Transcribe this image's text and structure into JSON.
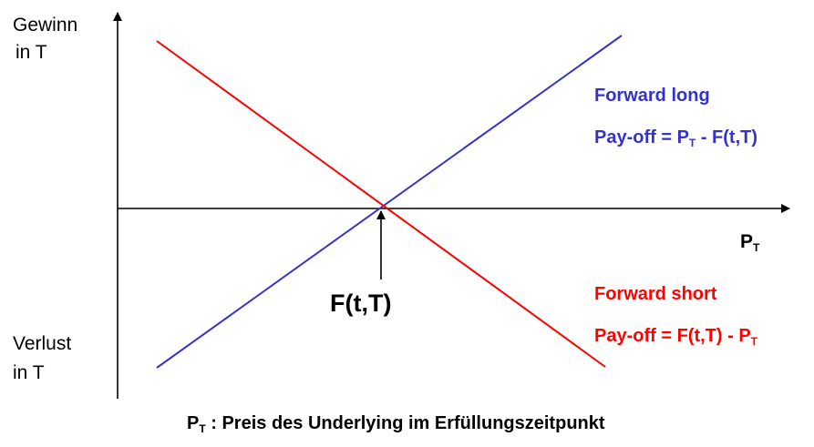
{
  "axes": {
    "y_top_line1": "Gewinn",
    "y_top_line2": "in T",
    "y_bottom_line1": "Verlust",
    "y_bottom_line2": "in T",
    "x_label_main": "P",
    "x_label_sub": "T"
  },
  "strike": {
    "label": "F(t,T)"
  },
  "long": {
    "title": "Forward long",
    "payoff_prefix": "Pay-off = P",
    "payoff_sub": "T",
    "payoff_suffix": " - F(t,T)",
    "color": "#3333cc"
  },
  "short": {
    "title": "Forward short",
    "payoff_prefix": "Pay-off = F(t,T) - P",
    "payoff_sub": "T",
    "color": "#ff0000"
  },
  "footer": {
    "main": "P",
    "sub": "T",
    "rest": " : Preis des Underlying im Erfüllungszeitpunkt"
  }
}
